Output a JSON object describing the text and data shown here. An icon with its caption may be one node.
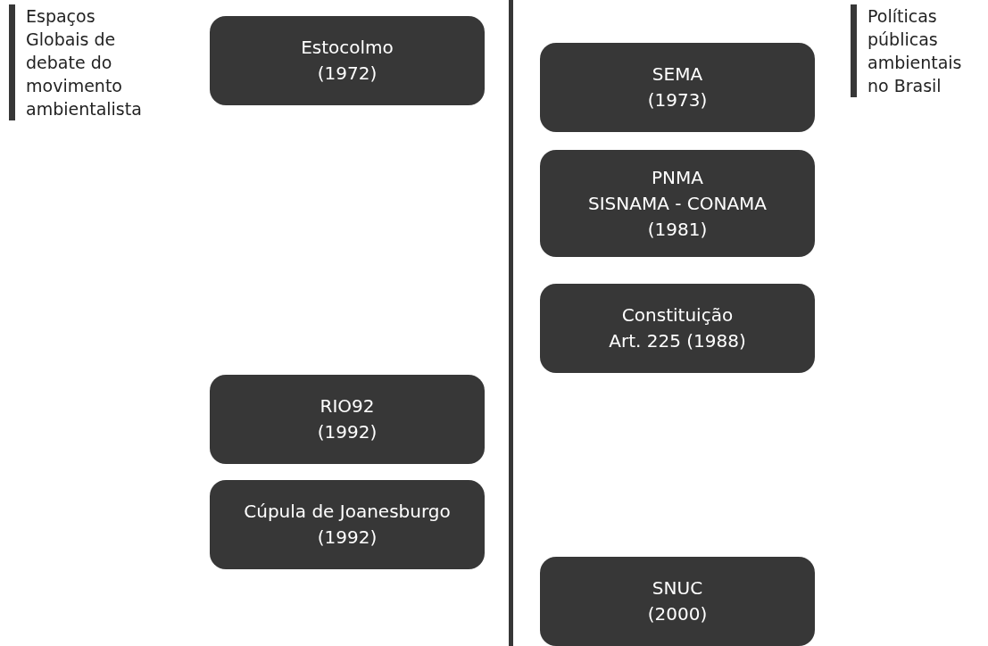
{
  "diagram": {
    "nodes": [
      {
        "text": [
          "Estocolmo",
          "(1972)"
        ]
      },
      {
        "text": [
          "SEMA",
          "(1973)"
        ]
      },
      {
        "text": [
          "PNMA",
          "SISNAMA - CONAMA",
          "(1981)"
        ]
      },
      {
        "text": [
          "Constituição",
          "Art. 225 (1988)"
        ]
      },
      {
        "text": [
          "RIO92",
          "(1992)"
        ]
      },
      {
        "text": [
          "Cúpula de Joanesburgo",
          "(1992)"
        ]
      },
      {
        "text": [
          "SNUC",
          "(2000)"
        ]
      }
    ],
    "edges": [],
    "labels": [
      "Espaços Globais de debate do movimento ambientalista",
      "Políticas públicas ambientais no Brasil"
    ]
  }
}
